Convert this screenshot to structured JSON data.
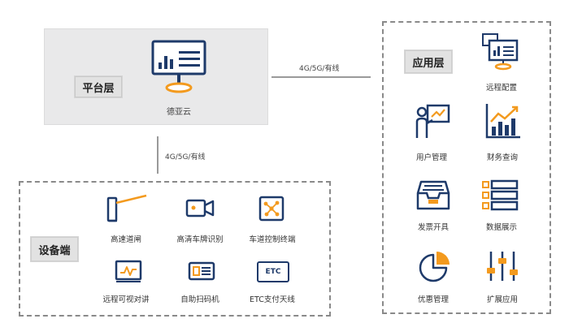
{
  "platform": {
    "label": "平台层",
    "cloud_label": "德亚云"
  },
  "connections": {
    "platform_to_app": "4G/5G/有线",
    "platform_to_device": "4G/5G/有线"
  },
  "device_layer": {
    "label": "设备端",
    "items": [
      {
        "label": "高速道闸",
        "icon": "barrier-gate-icon"
      },
      {
        "label": "高清车牌识别",
        "icon": "camera-icon"
      },
      {
        "label": "车道控制终端",
        "icon": "network-terminal-icon"
      },
      {
        "label": "远程可视对讲",
        "icon": "video-intercom-icon"
      },
      {
        "label": "自助扫码机",
        "icon": "scanner-icon"
      },
      {
        "label": "ETC支付天线",
        "icon": "etc-icon"
      }
    ],
    "etc_badge": "ETC"
  },
  "app_layer": {
    "label": "应用层",
    "items": [
      {
        "label": "远程配置",
        "icon": "remote-config-icon"
      },
      {
        "label": "用户管理",
        "icon": "user-management-icon"
      },
      {
        "label": "财务查询",
        "icon": "finance-chart-icon"
      },
      {
        "label": "发票开具",
        "icon": "invoice-tray-icon"
      },
      {
        "label": "数据展示",
        "icon": "data-list-icon"
      },
      {
        "label": "优惠管理",
        "icon": "pie-chart-icon"
      },
      {
        "label": "扩展应用",
        "icon": "sliders-icon"
      }
    ]
  },
  "colors": {
    "navy": "#1e3a6a",
    "orange": "#f39a1e",
    "panel_gray": "#e9e9ea",
    "dash_gray": "#8a8a8a"
  }
}
